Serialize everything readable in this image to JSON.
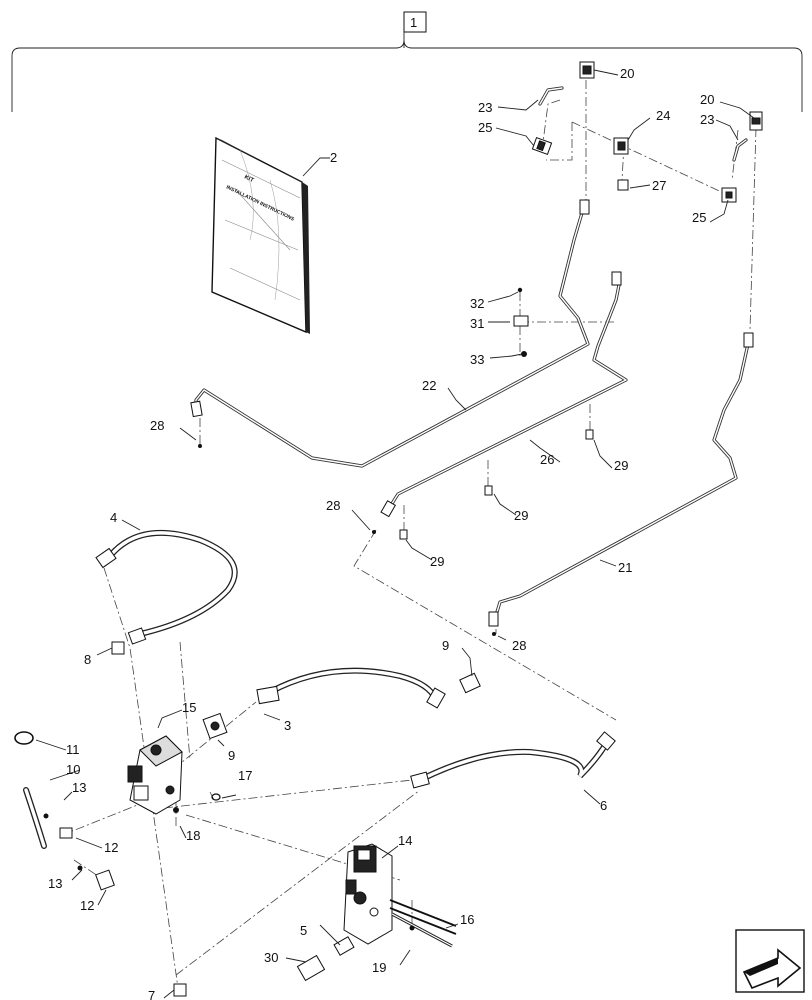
{
  "callouts": [
    {
      "id": "c1",
      "text": "1"
    },
    {
      "id": "c2",
      "text": "2"
    },
    {
      "id": "c3",
      "text": "3"
    },
    {
      "id": "c4",
      "text": "4"
    },
    {
      "id": "c5",
      "text": "5"
    },
    {
      "id": "c6",
      "text": "6"
    },
    {
      "id": "c7",
      "text": "7"
    },
    {
      "id": "c8",
      "text": "8"
    },
    {
      "id": "c9a",
      "text": "9"
    },
    {
      "id": "c9b",
      "text": "9"
    },
    {
      "id": "c10",
      "text": "10"
    },
    {
      "id": "c11",
      "text": "11"
    },
    {
      "id": "c12a",
      "text": "12"
    },
    {
      "id": "c12b",
      "text": "12"
    },
    {
      "id": "c13a",
      "text": "13"
    },
    {
      "id": "c13b",
      "text": "13"
    },
    {
      "id": "c14",
      "text": "14"
    },
    {
      "id": "c15",
      "text": "15"
    },
    {
      "id": "c16",
      "text": "16"
    },
    {
      "id": "c17",
      "text": "17"
    },
    {
      "id": "c18",
      "text": "18"
    },
    {
      "id": "c19",
      "text": "19"
    },
    {
      "id": "c20a",
      "text": "20"
    },
    {
      "id": "c20b",
      "text": "20"
    },
    {
      "id": "c21",
      "text": "21"
    },
    {
      "id": "c22",
      "text": "22"
    },
    {
      "id": "c23a",
      "text": "23"
    },
    {
      "id": "c23b",
      "text": "23"
    },
    {
      "id": "c24",
      "text": "24"
    },
    {
      "id": "c25a",
      "text": "25"
    },
    {
      "id": "c25b",
      "text": "25"
    },
    {
      "id": "c26",
      "text": "26"
    },
    {
      "id": "c27",
      "text": "27"
    },
    {
      "id": "c28a",
      "text": "28"
    },
    {
      "id": "c28b",
      "text": "28"
    },
    {
      "id": "c28c",
      "text": "28"
    },
    {
      "id": "c29a",
      "text": "29"
    },
    {
      "id": "c29b",
      "text": "29"
    },
    {
      "id": "c29c",
      "text": "29"
    },
    {
      "id": "c30",
      "text": "30"
    },
    {
      "id": "c31",
      "text": "31"
    },
    {
      "id": "c32",
      "text": "32"
    },
    {
      "id": "c33",
      "text": "33"
    }
  ],
  "manual": {
    "line1": "KIT",
    "line2": "INSTALLATION INSTRUCTIONS"
  },
  "icons": {
    "next_page": "arrow-icon"
  },
  "colors": {
    "line": "#222222",
    "background": "#ffffff"
  }
}
